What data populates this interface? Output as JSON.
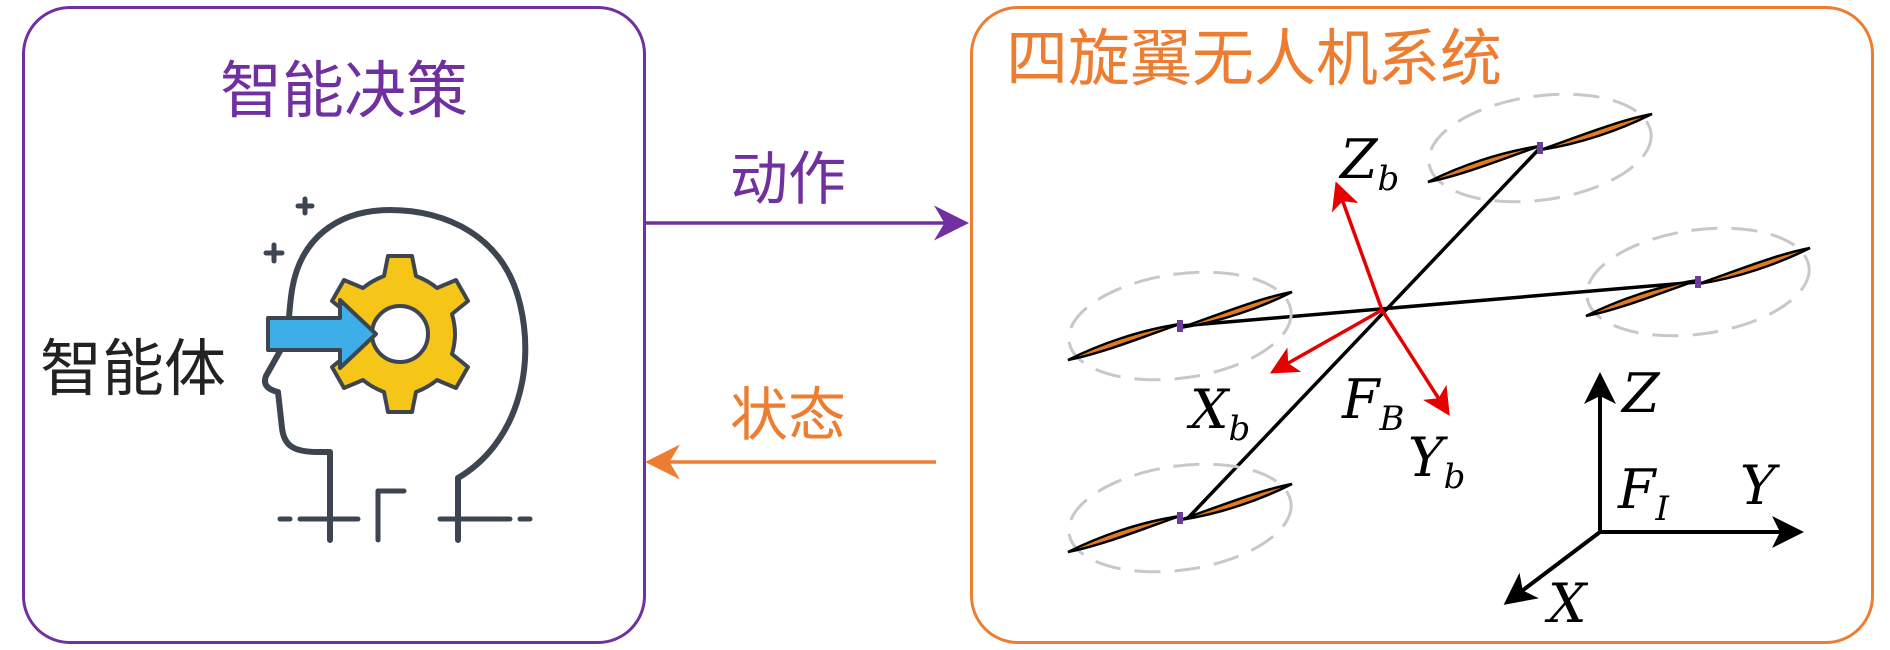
{
  "agent_box": {
    "title": "智能决策",
    "agent_label": "智能体",
    "border_color": "#7030a0",
    "icon": "head-with-gear-icon"
  },
  "system_box": {
    "title": "四旋翼无人机系统",
    "border_color": "#ed7d31",
    "icon": "quadrotor-drone-icon"
  },
  "flows": {
    "action_label": "动作",
    "action_color": "#7030a0",
    "state_label": "状态",
    "state_color": "#ed7d31"
  },
  "body_frame": {
    "z_main": "Z",
    "z_sub": "b",
    "x_main": "X",
    "x_sub": "b",
    "y_main": "Y",
    "y_sub": "b",
    "f_main": "F",
    "f_sub": "B",
    "color": "#e60000"
  },
  "inertial_frame": {
    "z": "Z",
    "y": "Y",
    "x": "X",
    "f_main": "F",
    "f_sub": "I"
  },
  "colors": {
    "propeller": "#e07b20",
    "gear": "#f5c518",
    "arrow_icon": "#3eaee8",
    "outline": "#3d4650"
  }
}
